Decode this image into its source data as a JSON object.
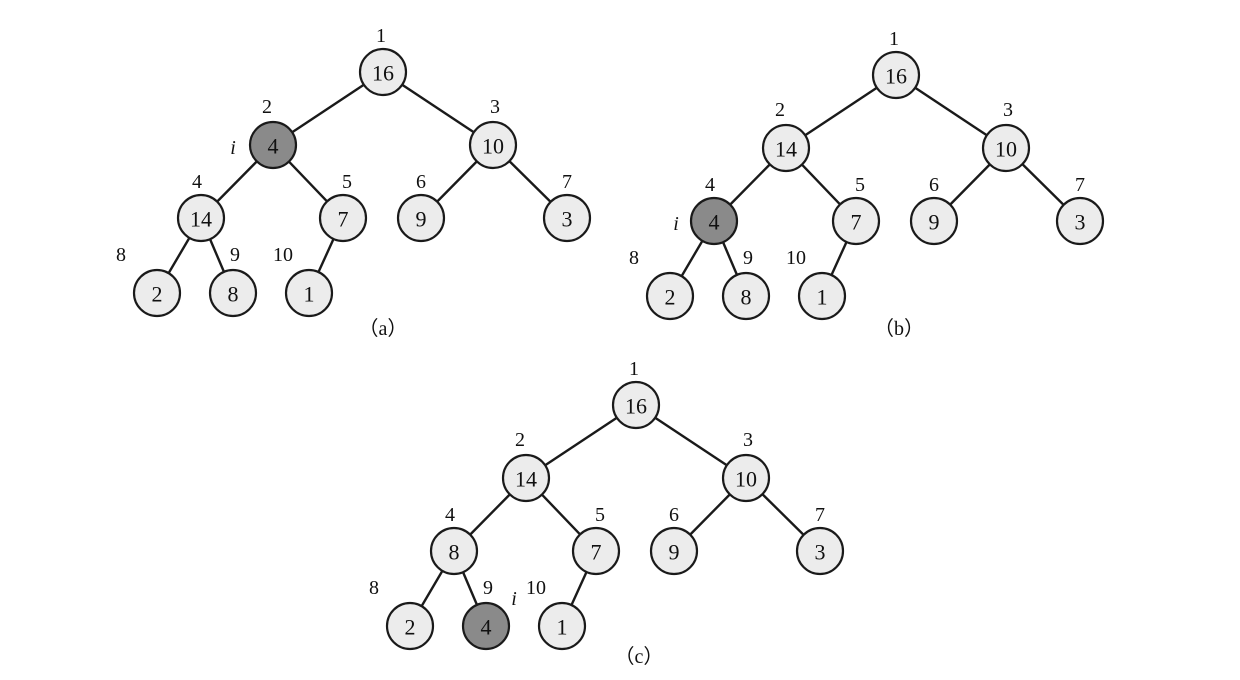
{
  "panels": [
    {
      "caption": "（a）",
      "pointer_label": "i",
      "highlight_index": 2,
      "nodes": [
        {
          "index": "1",
          "value": "16"
        },
        {
          "index": "2",
          "value": "4"
        },
        {
          "index": "3",
          "value": "10"
        },
        {
          "index": "4",
          "value": "14"
        },
        {
          "index": "5",
          "value": "7"
        },
        {
          "index": "6",
          "value": "9"
        },
        {
          "index": "7",
          "value": "3"
        },
        {
          "index": "8",
          "value": "2"
        },
        {
          "index": "9",
          "value": "8"
        },
        {
          "index": "10",
          "value": "1"
        }
      ]
    },
    {
      "caption": "（b）",
      "pointer_label": "i",
      "highlight_index": 4,
      "nodes": [
        {
          "index": "1",
          "value": "16"
        },
        {
          "index": "2",
          "value": "14"
        },
        {
          "index": "3",
          "value": "10"
        },
        {
          "index": "4",
          "value": "4"
        },
        {
          "index": "5",
          "value": "7"
        },
        {
          "index": "6",
          "value": "9"
        },
        {
          "index": "7",
          "value": "3"
        },
        {
          "index": "8",
          "value": "2"
        },
        {
          "index": "9",
          "value": "8"
        },
        {
          "index": "10",
          "value": "1"
        }
      ]
    },
    {
      "caption": "（c）",
      "pointer_label": "i",
      "highlight_index": 9,
      "nodes": [
        {
          "index": "1",
          "value": "16"
        },
        {
          "index": "2",
          "value": "14"
        },
        {
          "index": "3",
          "value": "10"
        },
        {
          "index": "4",
          "value": "8"
        },
        {
          "index": "5",
          "value": "7"
        },
        {
          "index": "6",
          "value": "9"
        },
        {
          "index": "7",
          "value": "3"
        },
        {
          "index": "8",
          "value": "2"
        },
        {
          "index": "9",
          "value": "4"
        },
        {
          "index": "10",
          "value": "1"
        }
      ]
    }
  ]
}
